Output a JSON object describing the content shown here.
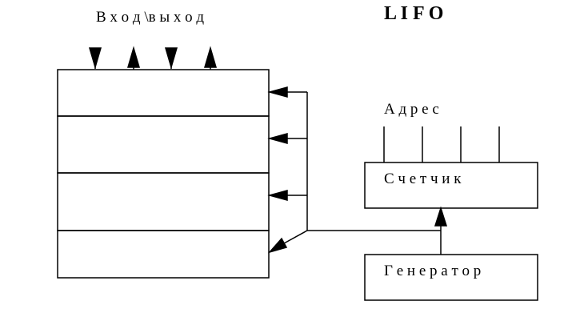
{
  "diagram": {
    "io_label": "В х о д \\в ы х о д",
    "title": "L I F O",
    "address_label": "А д р е с",
    "counter_label": "С ч е т ч и к",
    "generator_label": "Г е н е р а т о р"
  }
}
